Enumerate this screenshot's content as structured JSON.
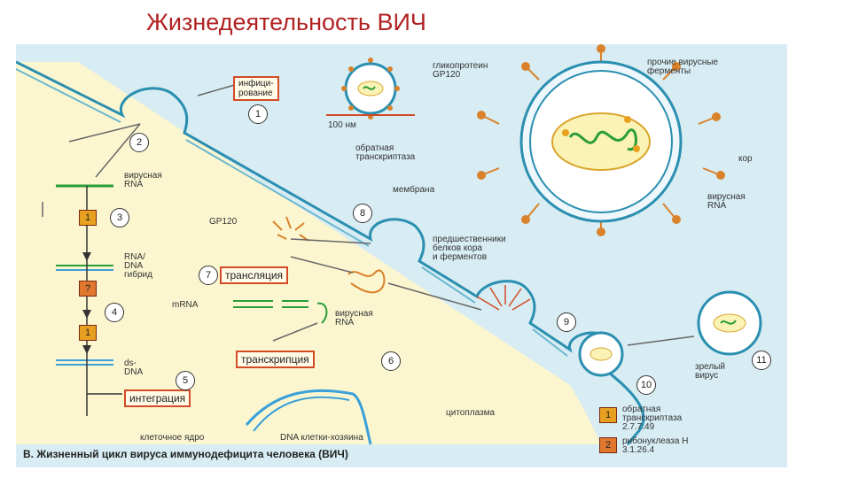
{
  "page": {
    "title": "Жизнедеятельность ВИЧ"
  },
  "virion": {
    "glycoprotein": "гликопротеин\nGP120",
    "other_enzymes": "прочие вирусные\nферменты",
    "reverse_transcriptase": "обратная\nтранскриптаза",
    "core": "кор",
    "membrane": "мембрана",
    "viral_rna": "вирусная\nRNA"
  },
  "scale": {
    "label": "100 нм"
  },
  "steps": {
    "infection": "инфици-\nрование",
    "viral_rna_left": "вирусная\nRNA",
    "hybrid": "RNA/\nDNA\nгибрид",
    "dsdna": "ds-\nDNA",
    "gp120": "GP120",
    "precursors": "предшественники\nбелков кора\nи ферментов",
    "translation": "трансляция",
    "mrna": "mRNA",
    "viral_rna_mid": "вирусная\nRNA",
    "transcription": "транскрипция",
    "integration": "интеграция",
    "mature_virus": "зрелый\nвирус",
    "cytoplasm": "цитоплазма",
    "nucleus": "клеточное ядро",
    "host_dna": "DNA клетки-хозяина"
  },
  "numbers": [
    "1",
    "2",
    "3",
    "4",
    "5",
    "6",
    "7",
    "8",
    "9",
    "10",
    "11"
  ],
  "legend": {
    "enzyme1_num": "1",
    "enzyme1_text": "обратная\nтранскриптаза\n2.7.7.49",
    "enzyme2_num": "2",
    "enzyme2_text": "рибонуклеаза Н\n3.1.26.4",
    "step_enzyme1": "1",
    "step_enzyme2": "?",
    "step_enzyme1b": "1"
  },
  "caption": "В. Жизненный цикл вируса иммунодефицита человека (ВИЧ)",
  "colors": {
    "title": "#b22222",
    "cytoplasm": "#fbf6cf",
    "background": "#d7ecf3",
    "rna": "#2a9d3a",
    "dna": "#3aa0d8",
    "spike": "#d9822b"
  }
}
